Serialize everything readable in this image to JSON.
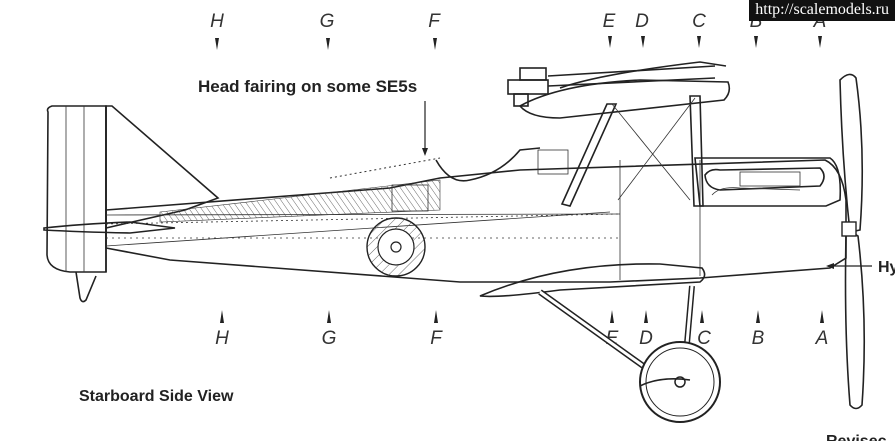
{
  "watermark": "http://scalemodels.ru",
  "labels": {
    "head_fairing": "Head fairing on some SE5s",
    "view_title": "Starboard Side View",
    "right_edge_partial": "Hy",
    "bottom_partial": "Revisec"
  },
  "stations_top": [
    "H",
    "G",
    "F",
    "E",
    "D",
    "C",
    "B",
    "A"
  ],
  "stations_bottom": [
    "H",
    "G",
    "F",
    "E",
    "D",
    "C",
    "B",
    "A"
  ]
}
